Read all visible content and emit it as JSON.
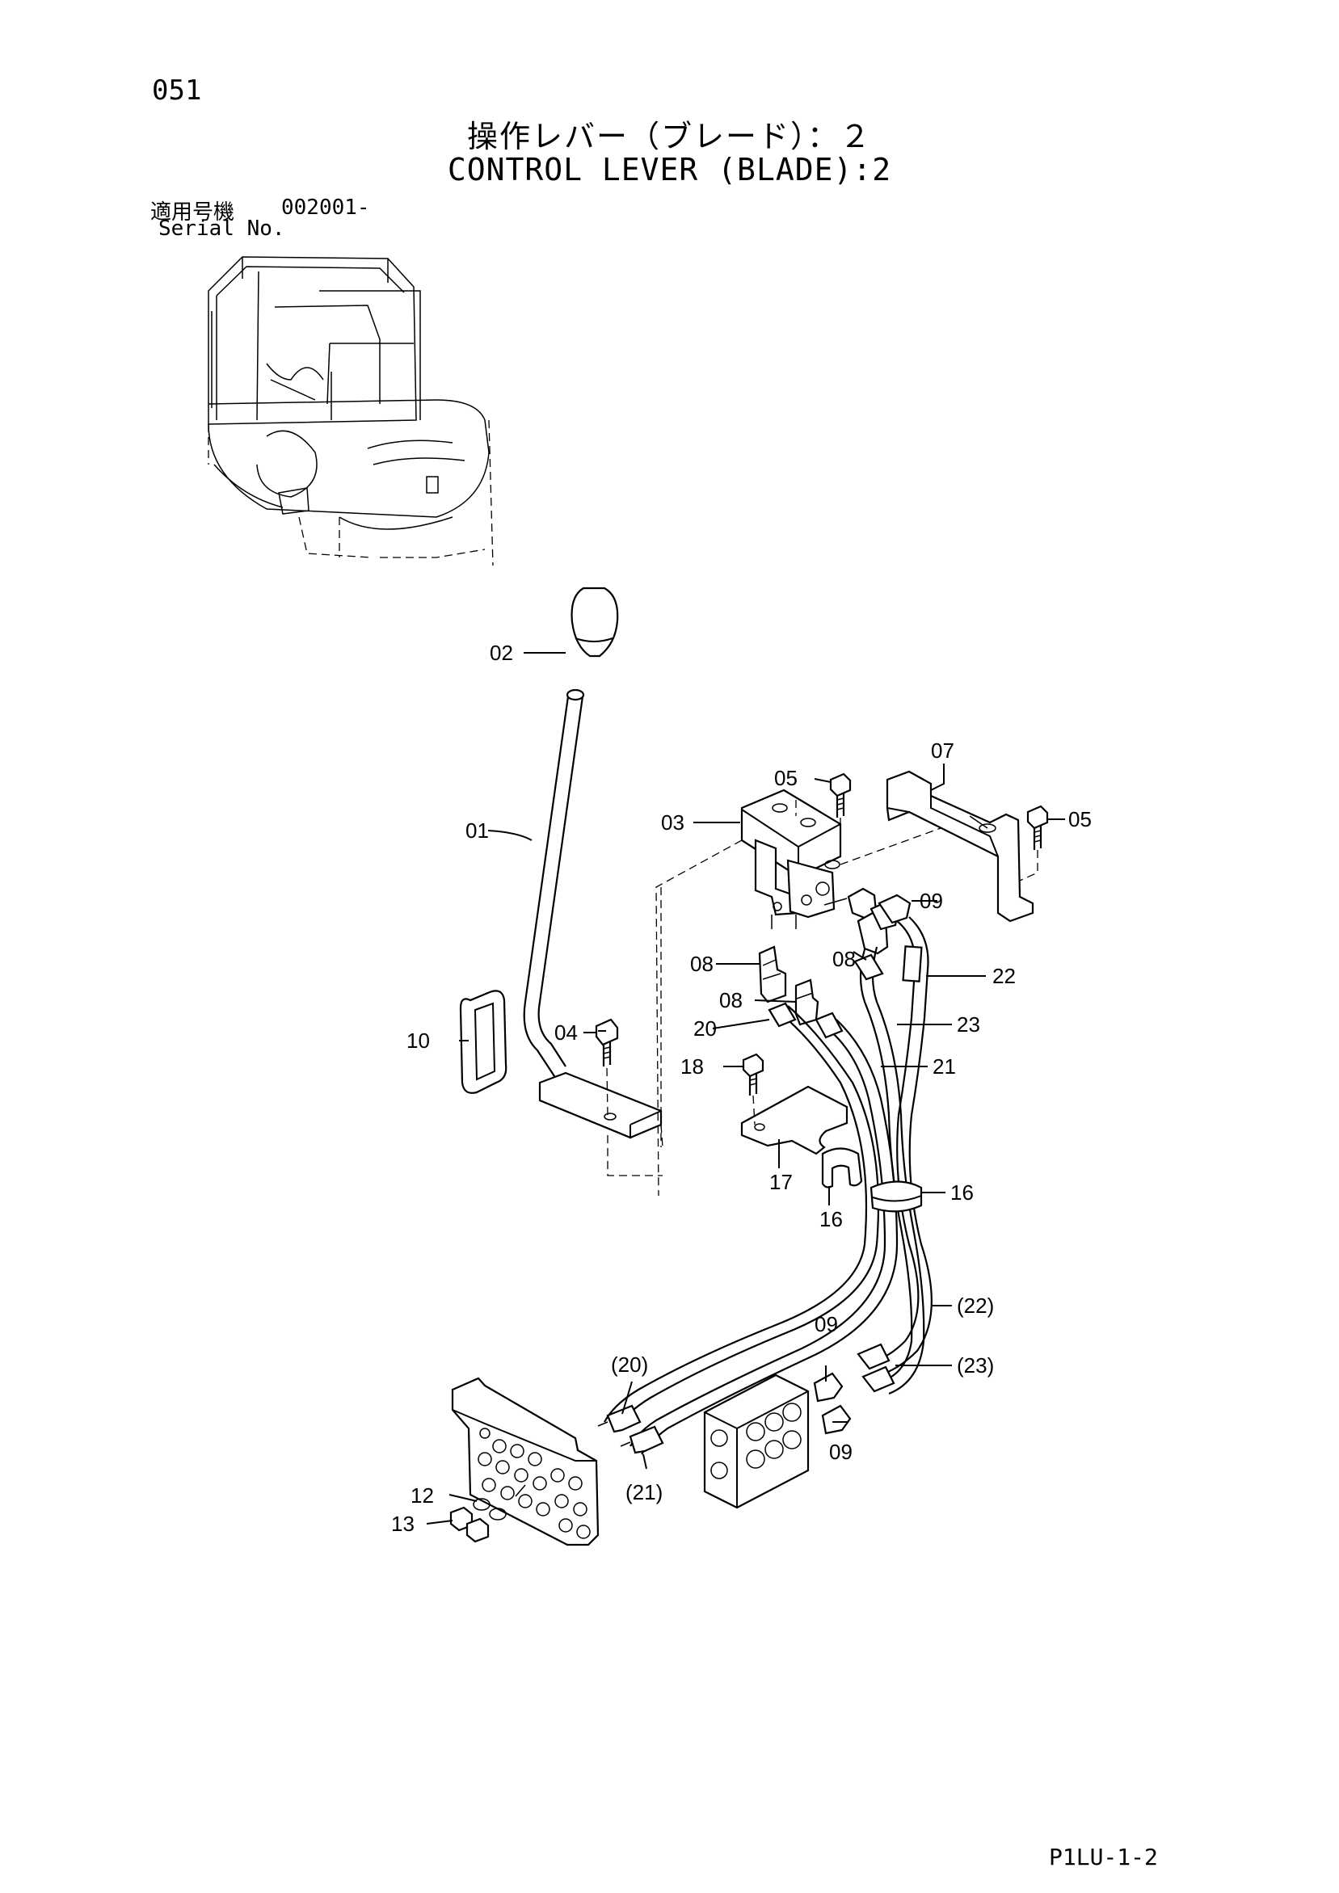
{
  "page_number": "051",
  "title_jp": "操作レバー（ブレード）：２",
  "title_en": "CONTROL LEVER (BLADE):2",
  "serial": {
    "label_jp": "適用号機",
    "value": "002001-",
    "label_en": "Serial No."
  },
  "footer_code": "P1LU-1-2",
  "callouts": {
    "c01": "01",
    "c02": "02",
    "c03": "03",
    "c04": "04",
    "c05a": "05",
    "c05b": "05",
    "c07": "07",
    "c08a": "08",
    "c08b": "08",
    "c08c": "08",
    "c09a": "09",
    "c09b": "09",
    "c09c": "09",
    "c10": "10",
    "c12": "12",
    "c13": "13",
    "c16a": "16",
    "c16b": "16",
    "c17": "17",
    "c18": "18",
    "c20": "20",
    "c20p": "(20)",
    "c21": "21",
    "c21p": "(21)",
    "c22": "22",
    "c22p": "(22)",
    "c23": "23",
    "c23p": "(23)"
  }
}
